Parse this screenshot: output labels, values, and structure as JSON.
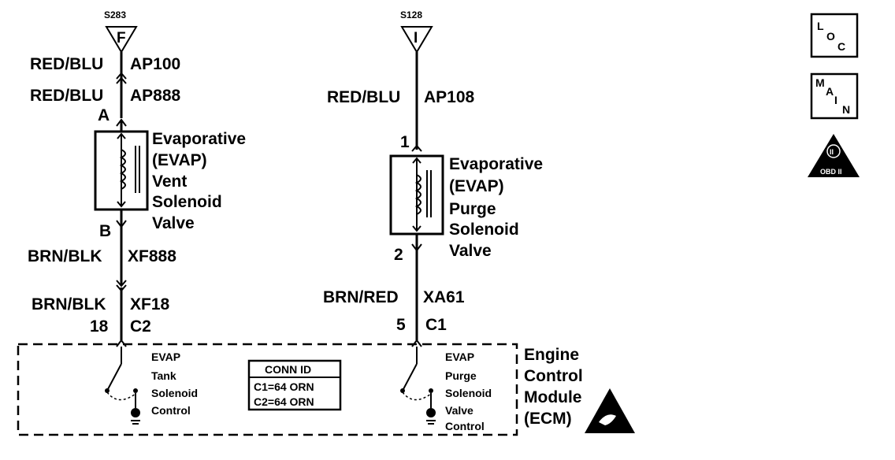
{
  "left_circuit": {
    "splice": "S283",
    "splice_letter": "F",
    "wire1_color": "RED/BLU",
    "wire1_id": "AP100",
    "wire2_color": "RED/BLU",
    "wire2_id": "AP888",
    "pin_top": "A",
    "component_lines": [
      "Evaporative",
      "(EVAP)",
      "Vent",
      "Solenoid",
      "Valve"
    ],
    "pin_bottom": "B",
    "wire3_color": "BRN/BLK",
    "wire3_id": "XF888",
    "wire4_color": "BRN/BLK",
    "wire4_id": "XF18",
    "ecm_pin": "18",
    "ecm_connector": "C2",
    "ecm_function": [
      "EVAP",
      "Tank",
      "Solenoid",
      "Control"
    ]
  },
  "right_circuit": {
    "splice": "S128",
    "splice_letter": "I",
    "wire1_color": "RED/BLU",
    "wire1_id": "AP108",
    "pin_top": "1",
    "component_lines": [
      "Evaporative",
      "(EVAP)",
      "Purge",
      "Solenoid",
      "Valve"
    ],
    "pin_bottom": "2",
    "wire2_color": "BRN/RED",
    "wire2_id": "XA61",
    "ecm_pin": "5",
    "ecm_connector": "C1",
    "ecm_function": [
      "EVAP",
      "Purge",
      "Solenoid",
      "Valve",
      "Control"
    ]
  },
  "conn_id": {
    "title": "CONN ID",
    "rows": [
      "C1=64 ORN",
      "C2=64 ORN"
    ]
  },
  "ecm_label": [
    "Engine",
    "Control",
    "Module",
    "(ECM)"
  ],
  "icons": {
    "loc": [
      "L",
      "O",
      "C"
    ],
    "main": [
      "M",
      "A",
      "I",
      "N"
    ],
    "obd": [
      "II",
      "OBD II"
    ]
  }
}
